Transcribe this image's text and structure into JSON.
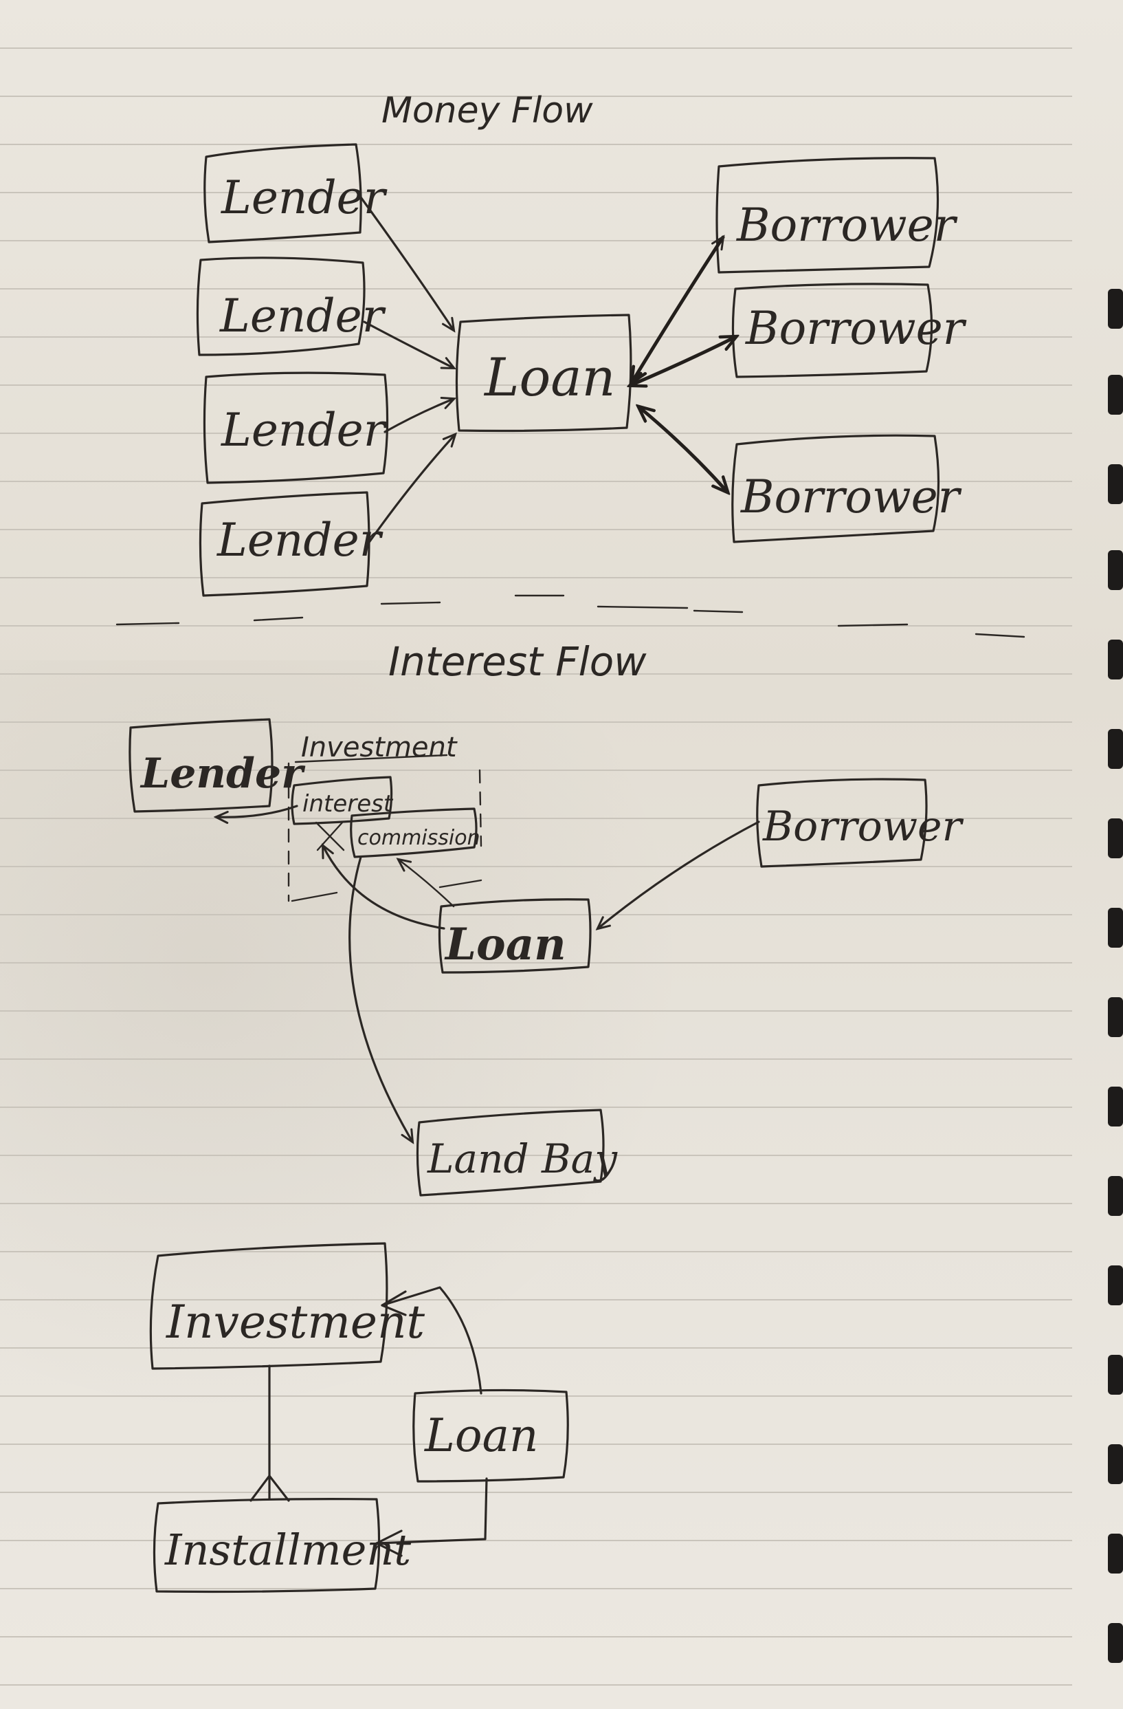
{
  "sections": {
    "money_flow": {
      "title": "Money Flow",
      "lenders": [
        "Lender",
        "Lender",
        "Lender",
        "Lender"
      ],
      "loan": "Loan",
      "borrowers": [
        "Borrower",
        "Borrower",
        "Borrower"
      ]
    },
    "interest_flow": {
      "title": "Interest Flow",
      "lender": "Lender",
      "investment_label": "Investment",
      "interest": "interest",
      "commission": "commission",
      "borrower": "Borrower",
      "loan": "Loan",
      "landbay": "Land Bay"
    },
    "entities": {
      "investment": "Investment",
      "loan": "Loan",
      "installment": "Installment"
    }
  },
  "colors": {
    "ink": "#2b2724",
    "paper": "#e8e4dc",
    "rule": "#c9c4bb"
  }
}
